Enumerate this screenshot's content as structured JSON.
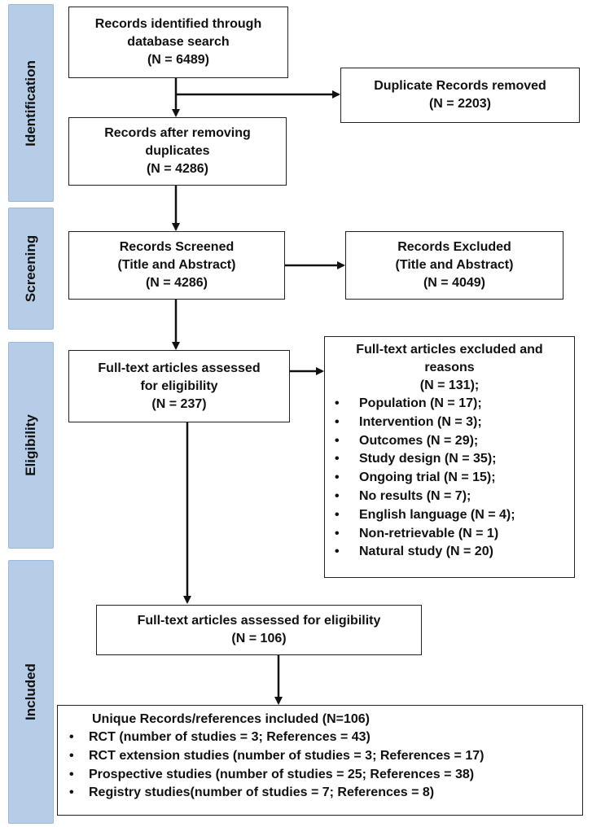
{
  "phases": {
    "identification": "Identification",
    "screening": "Screening",
    "eligibility": "Eligibility",
    "included": "Included"
  },
  "boxes": {
    "identified": {
      "line1": "Records identified through",
      "line2": "database search",
      "count": "(N = 6489)"
    },
    "duplicates": {
      "line1": "Duplicate Records removed",
      "count": "(N = 2203)"
    },
    "after_dedup": {
      "line1": "Records after removing",
      "line2": "duplicates",
      "count": "(N = 4286)"
    },
    "screened": {
      "line1": "Records Screened",
      "line2": "(Title and Abstract)",
      "count": "(N = 4286)"
    },
    "excluded": {
      "line1": "Records Excluded",
      "line2": "(Title and Abstract)",
      "count": "(N = 4049)"
    },
    "fulltext": {
      "line1": "Full-text articles assessed",
      "line2": "for eligibility",
      "count": "(N = 237)"
    },
    "fulltext_excluded": {
      "line1": "Full-text articles excluded and",
      "line2": "reasons",
      "count": "(N = 131);",
      "reasons": [
        "Population (N = 17);",
        "Intervention (N = 3);",
        "Outcomes (N = 29);",
        "Study design (N = 35);",
        "Ongoing trial (N = 15);",
        "No results (N = 7);",
        "English language (N = 4);",
        "Non-retrievable (N = 1)",
        "Natural study (N = 20)"
      ]
    },
    "fulltext2": {
      "line1": "Full-text articles assessed for eligibility",
      "count": "(N = 106)"
    },
    "included": {
      "title": "Unique Records/references included (N=106)",
      "items": [
        "RCT (number of studies = 3; References = 43)",
        "RCT extension studies (number of studies = 3;  References = 17)",
        "Prospective studies (number of studies = 25; References = 38)",
        "Registry studies(number of studies = 7; References = 8)"
      ]
    }
  },
  "bullet": "•",
  "colors": {
    "phase_fill": "#b6cde8",
    "border": "#222222",
    "arrow": "#111111"
  }
}
